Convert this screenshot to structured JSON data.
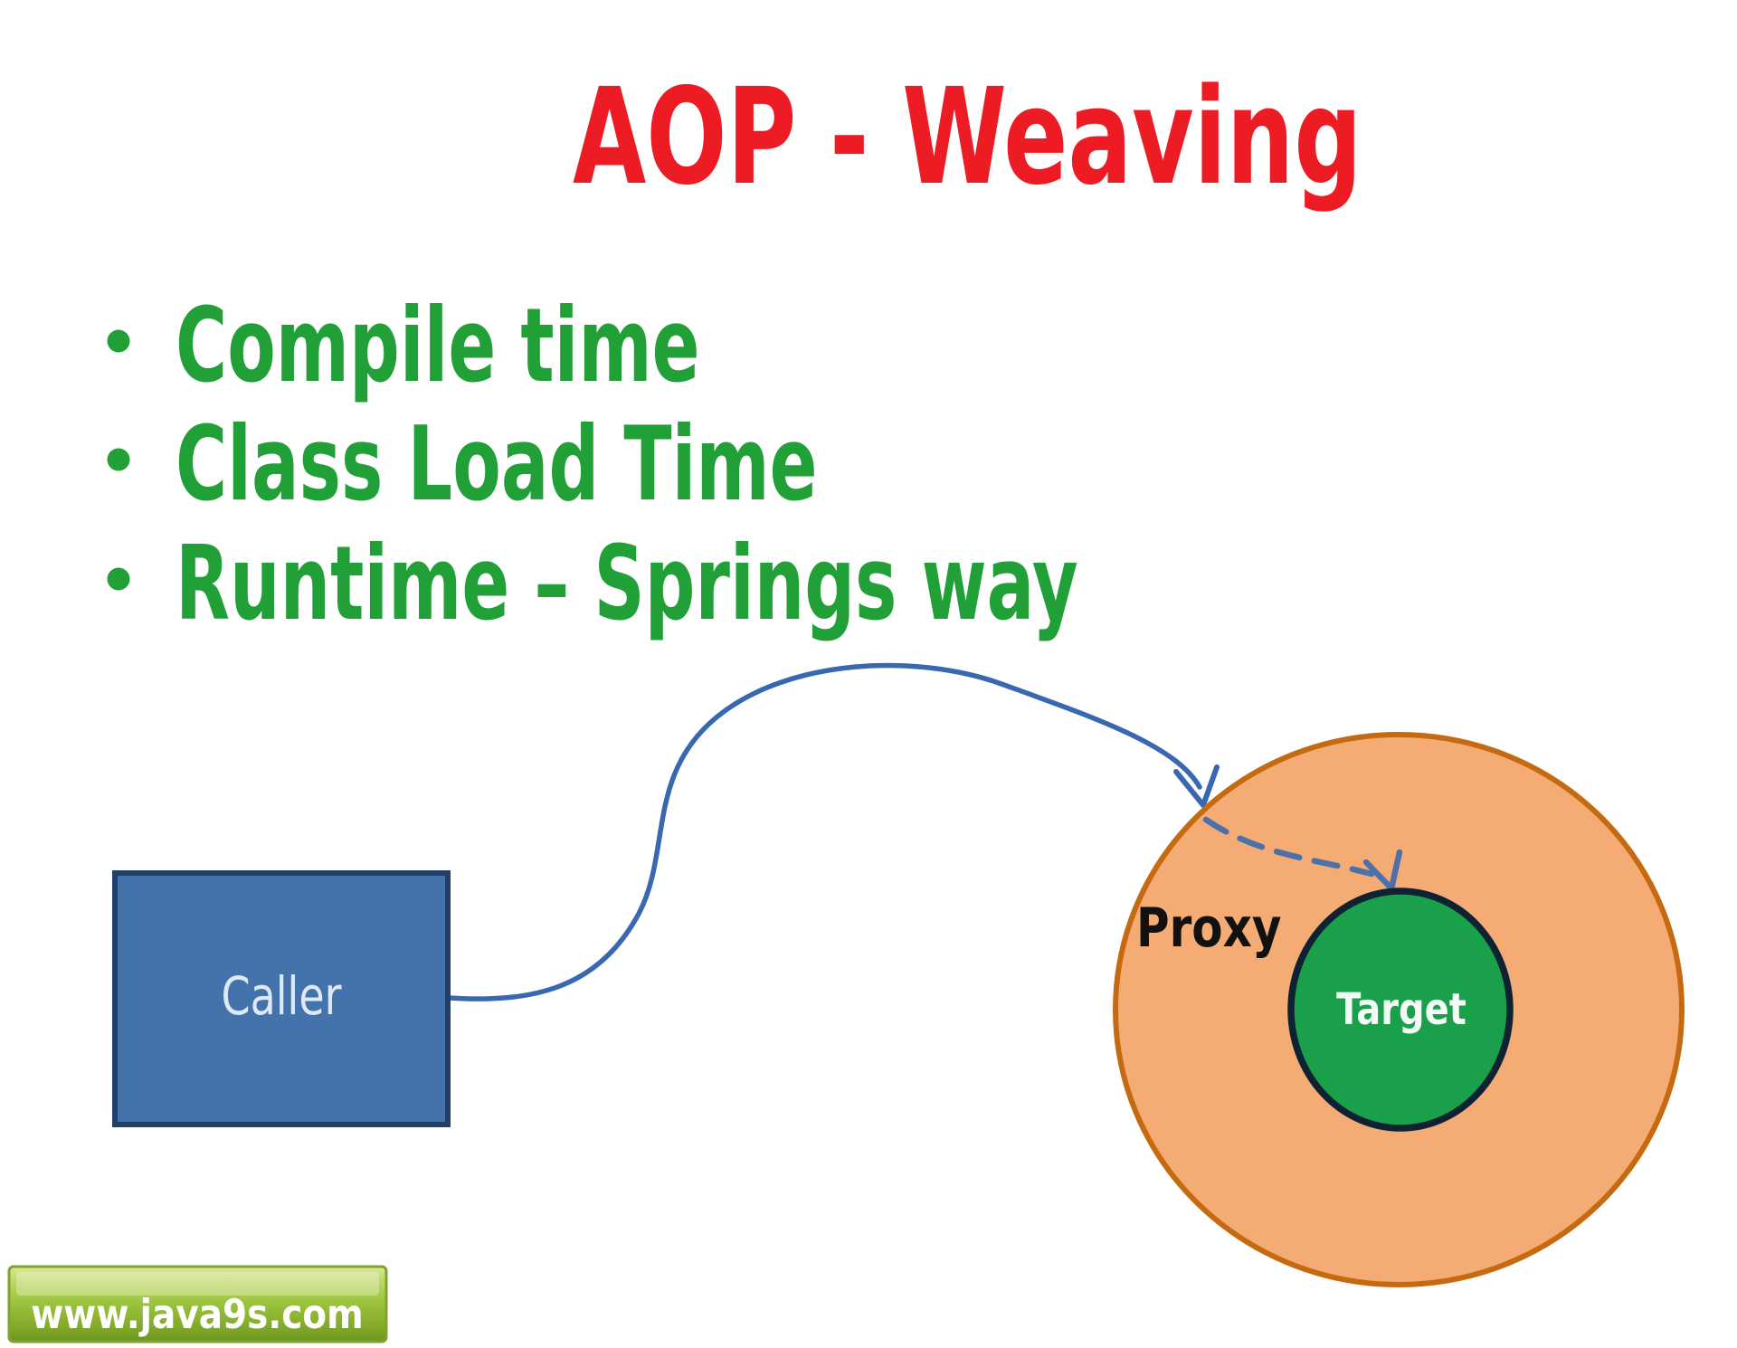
{
  "slide": {
    "title": "AOP - Weaving",
    "bullets": [
      "Compile time",
      "Class Load Time",
      "Runtime – Springs way"
    ],
    "diagram": {
      "caller_label": "Caller",
      "proxy_label": "Proxy",
      "target_label": "Target"
    },
    "watermark": "www.java9s.com",
    "colors": {
      "title_red": "#ED1B23",
      "bullet_green": "#21A038",
      "caller_fill": "#4472AB",
      "caller_border": "#20406B",
      "caller_text": "#DEE9F5",
      "proxy_fill": "#F4AC74",
      "proxy_border": "#C56A11",
      "target_fill": "#1AA04B",
      "target_border": "#0E2233",
      "target_text": "#F2FBF5",
      "proxy_label_color": "#111111",
      "arrow_blue": "#3A68B0",
      "dashed_blue": "#4C70A8",
      "logo_border": "#7FA32B",
      "logo_text_color": "#FFFFFF"
    }
  }
}
